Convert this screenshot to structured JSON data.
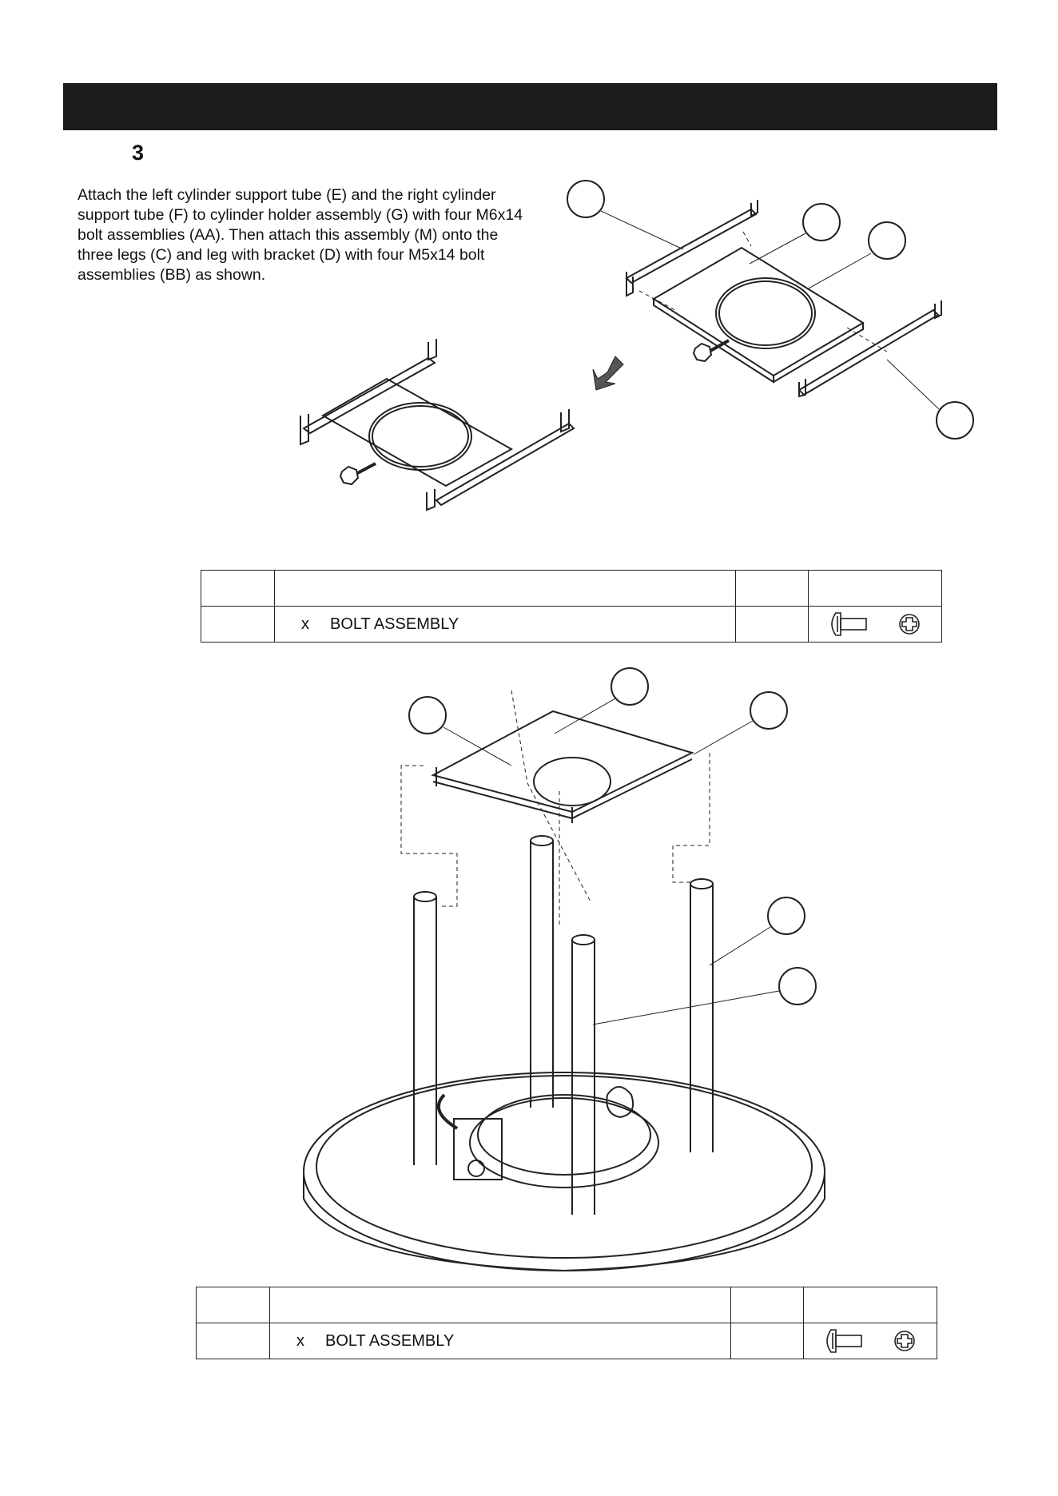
{
  "step": {
    "number": "3",
    "instructions": "Attach the left cylinder support tube (E) and the right cylinder support tube (F) to cylinder holder assembly (G) with four M6x14 bolt assemblies (AA). Then attach this assembly (M) onto the three legs (C) and leg with bracket (D) with four M5x14 bolt assemblies (BB) as shown."
  },
  "parts_tables": [
    {
      "header": [
        "",
        "",
        "",
        ""
      ],
      "row": {
        "key": "",
        "qty_symbol": "x",
        "description": "BOLT ASSEMBLY",
        "qty": "",
        "icons": [
          "bolt-icon",
          "phillips-head-icon"
        ]
      }
    },
    {
      "header": [
        "",
        "",
        "",
        ""
      ],
      "row": {
        "key": "",
        "qty_symbol": "x",
        "description": "BOLT ASSEMBLY",
        "qty": "",
        "icons": [
          "bolt-icon",
          "phillips-head-icon"
        ]
      }
    }
  ],
  "colors": {
    "header_bar": "#1c1c1c",
    "line": "#222222"
  }
}
